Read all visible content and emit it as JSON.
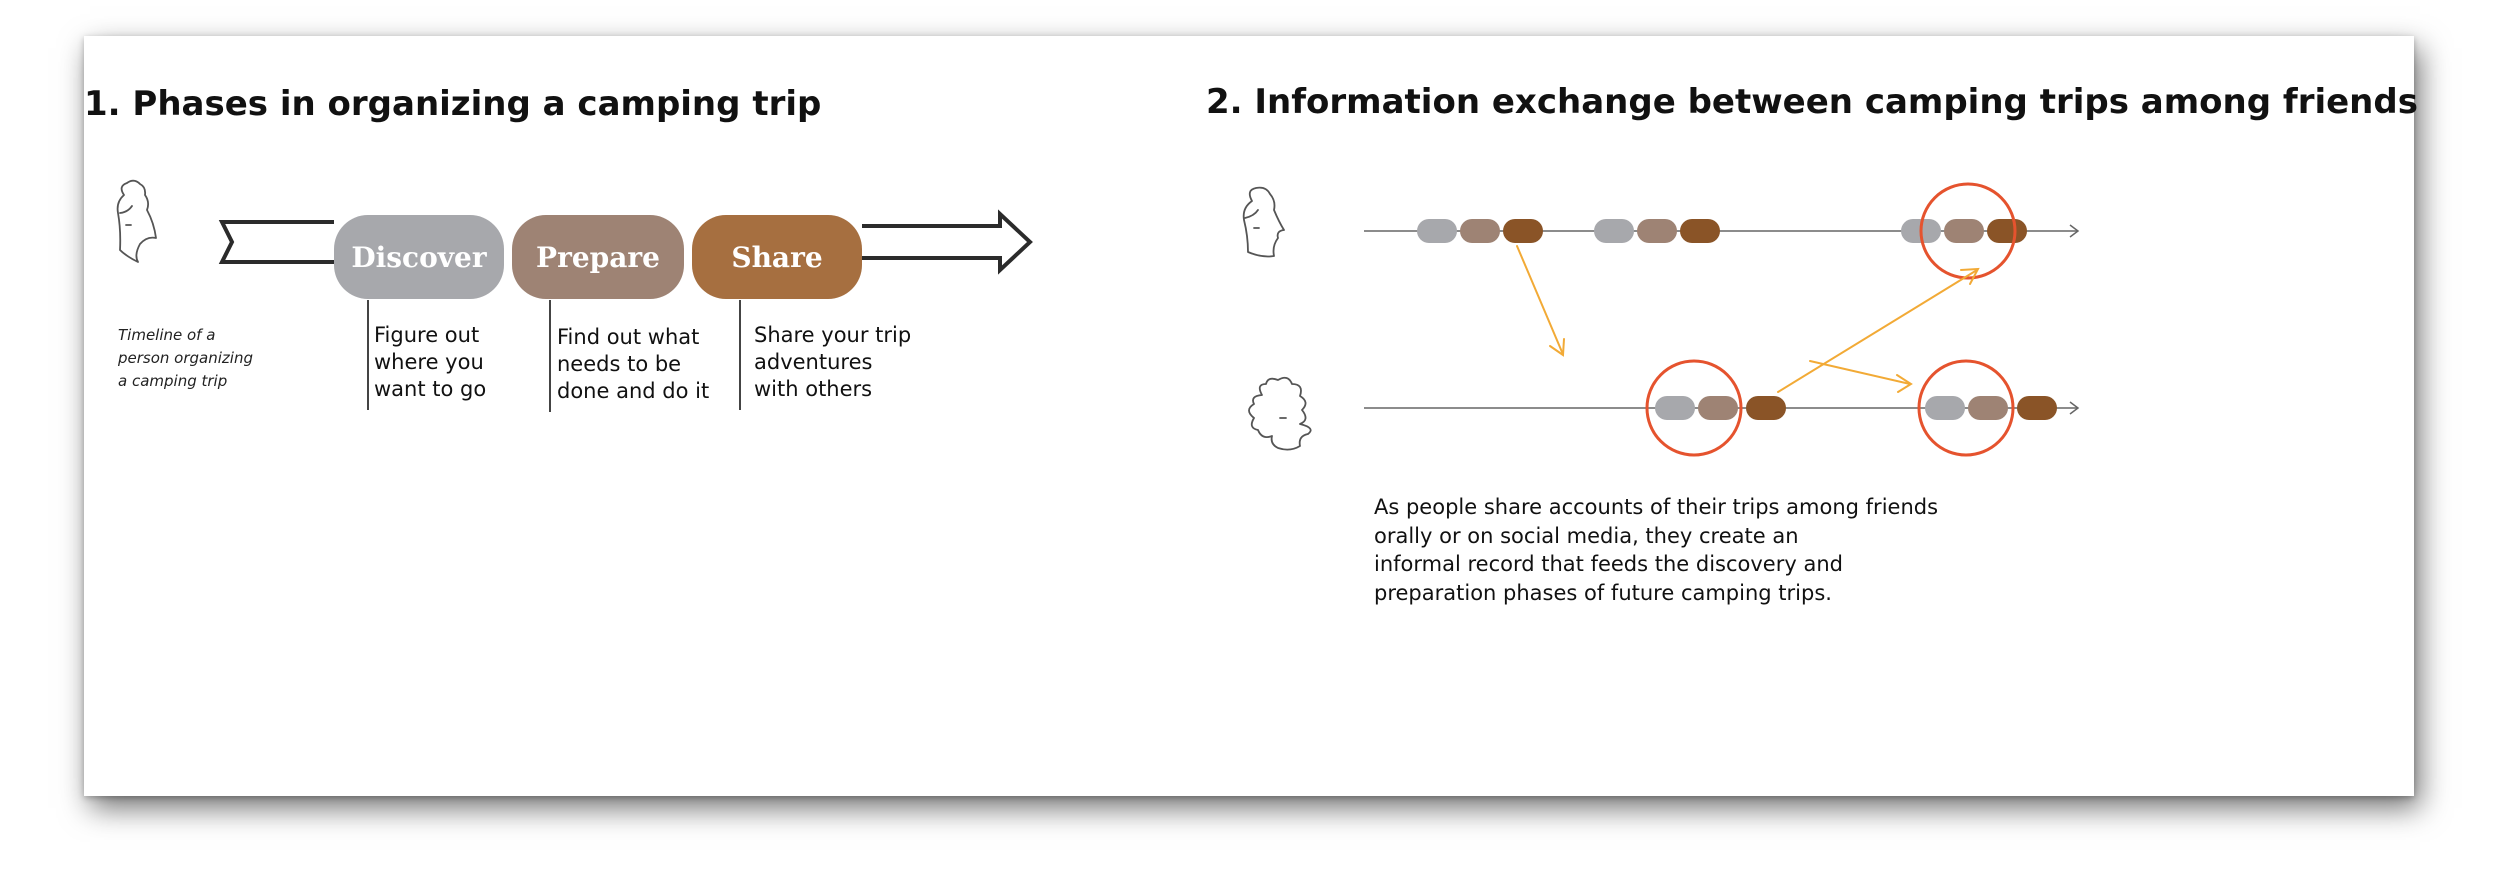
{
  "section1": {
    "heading": "1. Phases in organizing a camping trip",
    "caption": [
      "Timeline of a",
      "person organizing",
      "a camping trip"
    ],
    "phases": [
      {
        "label": "Discover",
        "color": "#a7a8ac",
        "description": [
          "Figure out",
          "where you",
          "want to go"
        ]
      },
      {
        "label": "Prepare",
        "color": "#9e8374",
        "description": [
          "Find out what",
          "needs to be",
          "done and do it"
        ]
      },
      {
        "label": "Share",
        "color": "#a66f40",
        "description": [
          "Share your trip",
          "adventures",
          "with others"
        ]
      }
    ],
    "arrow_color": "#2b2b2b"
  },
  "section2": {
    "heading": "2. Information exchange between camping trips among friends",
    "text": [
      "As people share accounts of their trips among friends",
      "orally or on social media,  they create an",
      "informal record that feeds the discovery and",
      "preparation phases of future camping trips."
    ]
  },
  "colors": {
    "discover": "#a7a8ac",
    "prepare": "#9e8374",
    "share": "#8a5427",
    "highlight_circle": "#e5532e",
    "flow_arrow": "#f2aa36",
    "timeline": "#666666"
  }
}
